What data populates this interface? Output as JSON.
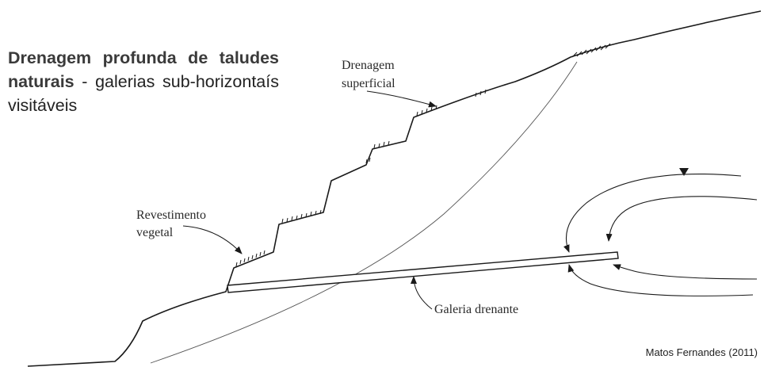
{
  "title": {
    "bold": "Drenagem profunda de taludes naturais",
    "rest": " - galerias sub-horizontaís visitáveis"
  },
  "labels": {
    "drenagem_line1": "Drenagem",
    "drenagem_line2": "superficial",
    "revestimento_line1": "Revestimento",
    "revestimento_line2": "vegetal",
    "galeria": "Galeria drenante"
  },
  "credit": "Matos Fernandes (2011)"
}
